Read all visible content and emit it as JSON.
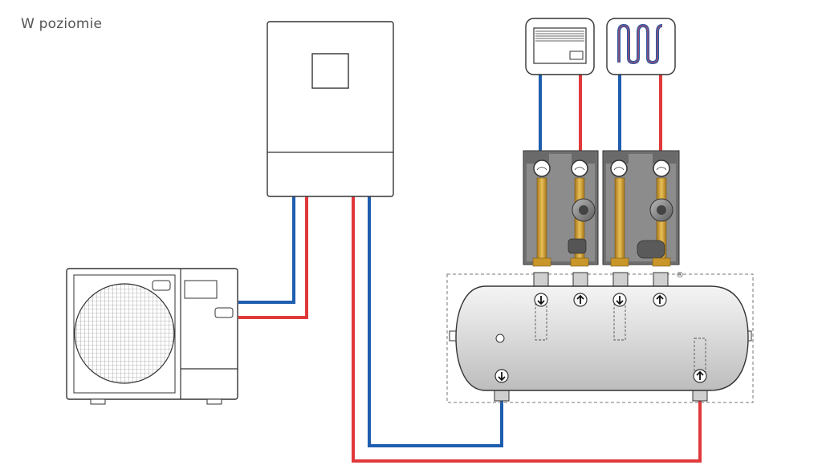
{
  "page": {
    "title": "W poziomie"
  },
  "labels": {
    "buffer_marker": "®"
  },
  "colors": {
    "supply_red": "#e0393b",
    "return_blue": "#1f5eae",
    "outline": "#333333",
    "tank_fill": "#d6d6d6",
    "brass": "#c9962a",
    "pump_body": "#8a8a8a"
  },
  "components": {
    "outdoor_unit": "air-source-heat-pump-outdoor-unit",
    "indoor_unit": "hydrobox-indoor-unit",
    "emitter_1": "radiator-convector-icon",
    "emitter_2": "underfloor-heating-coil-icon",
    "pump_groups": [
      "mixing-pump-group",
      "mixing-pump-group"
    ],
    "buffer_tank": "horizontal-buffer-tank"
  }
}
